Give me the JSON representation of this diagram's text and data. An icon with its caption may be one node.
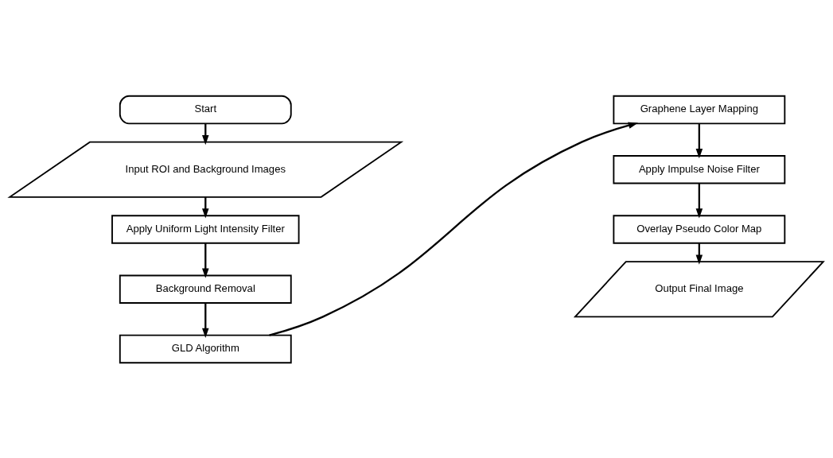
{
  "diagram": {
    "nodes": [
      {
        "text": [
          "Start"
        ]
      },
      {
        "text": [
          "Input ROI and Background Images"
        ]
      },
      {
        "text": [
          "Apply Uniform Light Intensity Filter"
        ]
      },
      {
        "text": [
          "Background Removal"
        ]
      },
      {
        "text": [
          "GLD Algorithm"
        ]
      },
      {
        "text": [
          "Graphene Layer Mapping"
        ]
      },
      {
        "text": [
          "Apply Impulse Noise Filter"
        ]
      },
      {
        "text": [
          "Overlay Pseudo Color Map"
        ]
      },
      {
        "text": [
          "Output Final Image"
        ]
      }
    ],
    "edges": [
      {
        "from": 0,
        "to": 1,
        "arrow": "to"
      },
      {
        "from": 1,
        "to": 2,
        "arrow": "to"
      },
      {
        "from": 2,
        "to": 3,
        "arrow": "to"
      },
      {
        "from": 3,
        "to": 4,
        "arrow": "to"
      },
      {
        "from": 4,
        "to": 5,
        "arrow": "to"
      },
      {
        "from": 5,
        "to": 6,
        "arrow": "to"
      },
      {
        "from": 6,
        "to": 7,
        "arrow": "to"
      },
      {
        "from": 7,
        "to": 8,
        "arrow": "to"
      }
    ]
  }
}
